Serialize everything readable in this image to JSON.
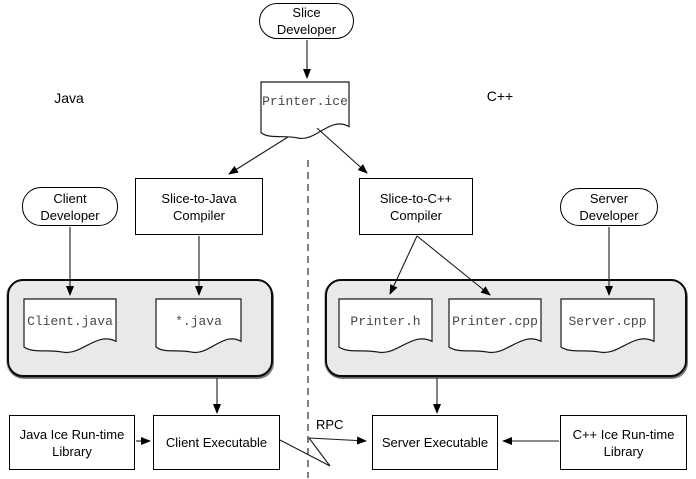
{
  "diagram": {
    "side_labels": {
      "java": "Java",
      "cpp": "C++"
    },
    "nodes": {
      "slice_developer": {
        "line1": "Slice",
        "line2": "Developer"
      },
      "printer_ice": {
        "label": "Printer.ice"
      },
      "client_developer": {
        "line1": "Client",
        "line2": "Developer"
      },
      "server_developer": {
        "line1": "Server",
        "line2": "Developer"
      },
      "slice_to_java_compiler": {
        "line1": "Slice-to-Java",
        "line2": "Compiler"
      },
      "slice_to_cpp_compiler": {
        "line1": "Slice-to-C++",
        "line2": "Compiler"
      },
      "client_java": {
        "label": "Client.java"
      },
      "star_java": {
        "label": "*.java"
      },
      "printer_h": {
        "label": "Printer.h"
      },
      "printer_cpp": {
        "label": "Printer.cpp"
      },
      "server_cpp": {
        "label": "Server.cpp"
      },
      "java_runtime": {
        "line1": "Java Ice Run-time",
        "line2": "Library"
      },
      "client_executable": {
        "label": "Client Executable"
      },
      "server_executable": {
        "label": "Server Executable"
      },
      "cpp_runtime": {
        "line1": "C++ Ice Run-time",
        "line2": "Library"
      }
    },
    "rpc_label": "RPC",
    "colors": {
      "container_fill": "#e9e9e9",
      "line_stroke": "#1a1a1a",
      "file_text": "#474747",
      "background": "#ffffff"
    }
  }
}
